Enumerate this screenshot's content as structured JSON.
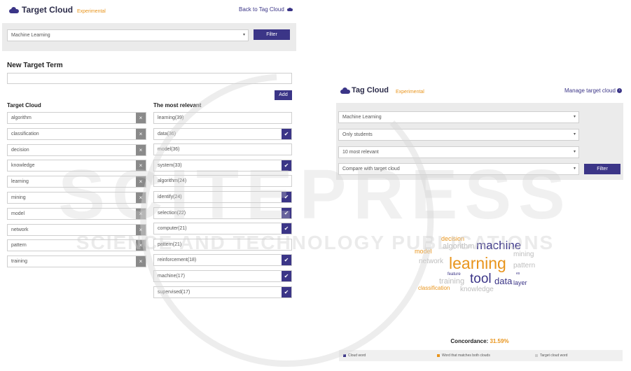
{
  "left": {
    "title": "Target Cloud",
    "badge": "Experimental",
    "back_link": "Back to Tag Cloud",
    "filter_select": "Machine Learning",
    "filter_button": "Filter",
    "new_term_heading": "New Target Term",
    "new_term_value": "",
    "add_button": "Add",
    "target_cloud_heading": "Target Cloud",
    "most_relevant_heading": "The most relevant",
    "target_cloud_items": [
      "algorithm",
      "classification",
      "decision",
      "knowledge",
      "learning",
      "mining",
      "model",
      "network",
      "pattern",
      "training"
    ],
    "most_relevant_items": [
      {
        "label": "learning(39)",
        "checked": false
      },
      {
        "label": "data(36)",
        "checked": true
      },
      {
        "label": "model(36)",
        "checked": false
      },
      {
        "label": "system(33)",
        "checked": true
      },
      {
        "label": "algorithm(24)",
        "checked": false
      },
      {
        "label": "identify(24)",
        "checked": true
      },
      {
        "label": "selection(22)",
        "checked": true
      },
      {
        "label": "computer(21)",
        "checked": true
      },
      {
        "label": "pattern(21)",
        "checked": false
      },
      {
        "label": "reinforcement(18)",
        "checked": true
      },
      {
        "label": "machine(17)",
        "checked": true
      },
      {
        "label": "supervised(17)",
        "checked": true
      }
    ],
    "remove_glyph": "×",
    "check_glyph": "✔"
  },
  "right": {
    "title": "Tag Cloud",
    "badge": "Experimental",
    "manage_link": "Manage target cloud",
    "selects": [
      "Machine Learning",
      "Only students",
      "10 most relevant",
      "Compare with target cloud"
    ],
    "filter_button": "Filter",
    "words": [
      {
        "text": "decision",
        "kind": "match",
        "size": 9
      },
      {
        "text": "algorithm",
        "kind": "target",
        "size": 11
      },
      {
        "text": "machine",
        "kind": "cloud",
        "size": 17
      },
      {
        "text": "model",
        "kind": "match",
        "size": 9
      },
      {
        "text": "mining",
        "kind": "target",
        "size": 10
      },
      {
        "text": "network",
        "kind": "target",
        "size": 10
      },
      {
        "text": "learning",
        "kind": "match",
        "size": 23
      },
      {
        "text": "pattern",
        "kind": "target",
        "size": 10
      },
      {
        "text": "feature",
        "kind": "cloud",
        "size": 6
      },
      {
        "text": "es",
        "kind": "cloud",
        "size": 5
      },
      {
        "text": "training",
        "kind": "target",
        "size": 11
      },
      {
        "text": "tool",
        "kind": "cloud",
        "size": 19
      },
      {
        "text": "data",
        "kind": "cloud",
        "size": 13
      },
      {
        "text": "layer",
        "kind": "cloud",
        "size": 9
      },
      {
        "text": "classification",
        "kind": "match",
        "size": 8
      },
      {
        "text": "knowledge",
        "kind": "target",
        "size": 10
      }
    ],
    "concordance_label": "Concordance:",
    "concordance_value": "31.59%",
    "legend": [
      {
        "label": "Cloud word",
        "color": "#3b3587"
      },
      {
        "label": "Word that matches both clouds",
        "color": "#e8941c"
      },
      {
        "label": "Target cloud word",
        "color": "#cccccc"
      }
    ]
  },
  "colors": {
    "accent": "#3b3587",
    "match": "#e8941c",
    "target": "#bdbdbd",
    "cloud": "#3b3587"
  },
  "watermark": {
    "main": "SCITEPRESS",
    "sub": "SCIENCE AND TECHNOLOGY PUBLICATIONS"
  }
}
